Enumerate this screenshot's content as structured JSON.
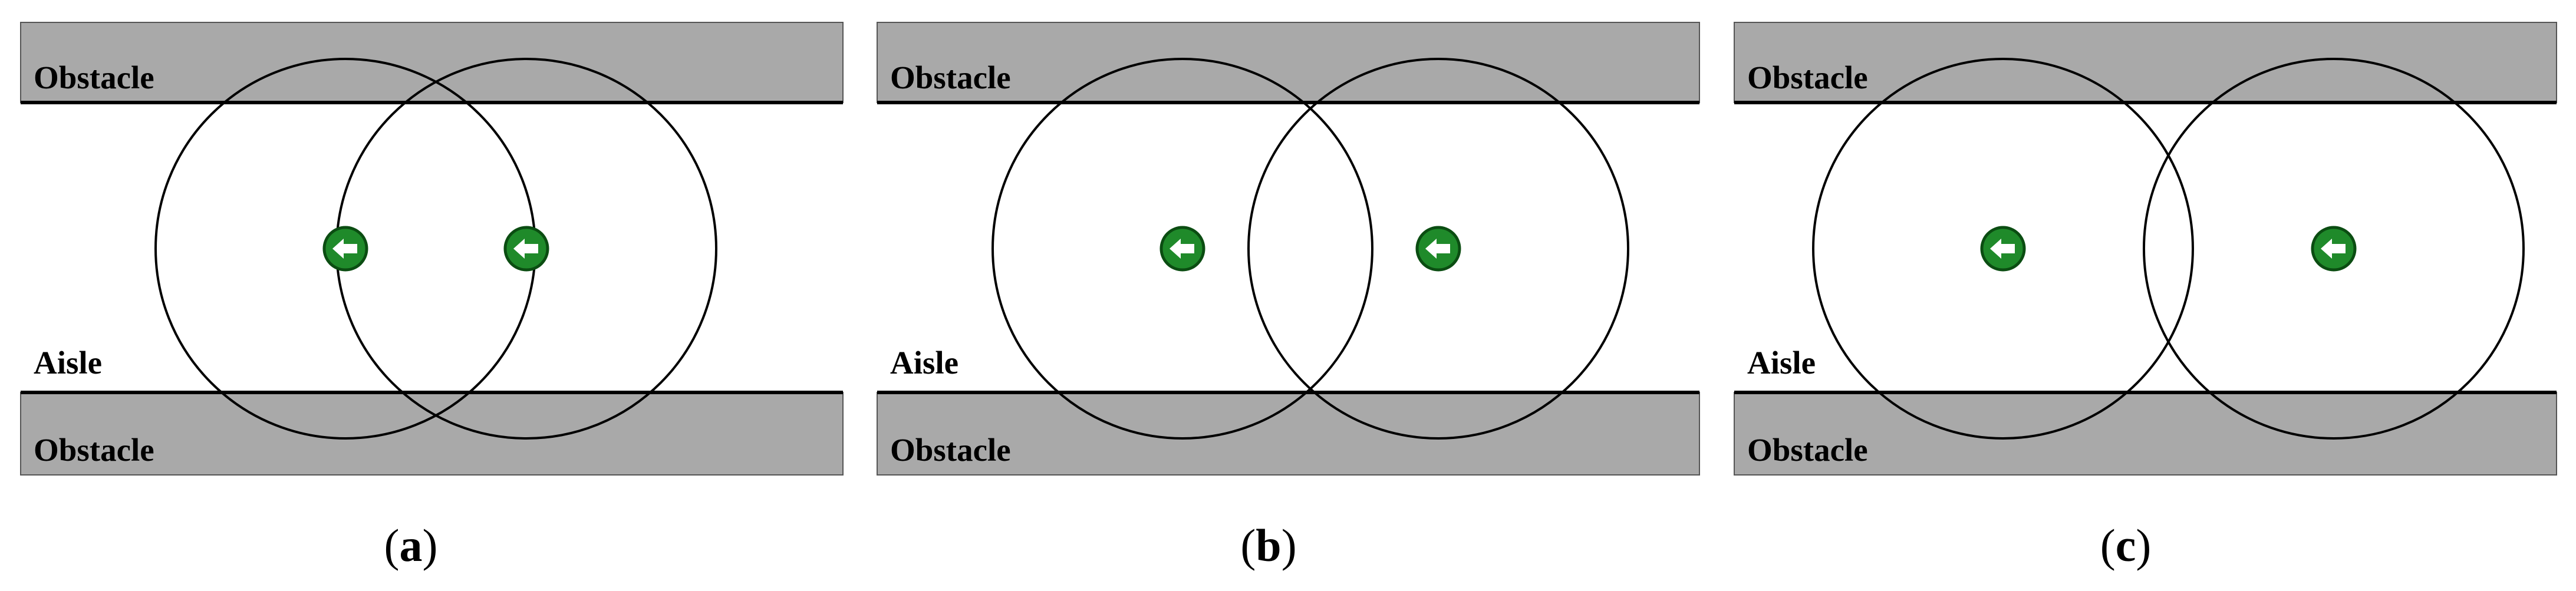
{
  "colors": {
    "obstacle_fill": "#a9a9a9",
    "robot_fill": "#1f8a2a",
    "robot_outline": "#0b4d12",
    "arrow": "#ffffff",
    "circle_stroke": "#000000"
  },
  "icons": {
    "robot": "left-arrow-circle-icon"
  },
  "panels": [
    {
      "caption_open": "(",
      "caption_letter": "a",
      "caption_close": ")",
      "top_obstacle_label": "Obstacle",
      "aisle_label": "Aisle",
      "bottom_obstacle_label": "Obstacle"
    },
    {
      "caption_open": "(",
      "caption_letter": "b",
      "caption_close": ")",
      "top_obstacle_label": "Obstacle",
      "aisle_label": "Aisle",
      "bottom_obstacle_label": "Obstacle"
    },
    {
      "caption_open": "(",
      "caption_letter": "c",
      "caption_close": ")",
      "top_obstacle_label": "Obstacle",
      "aisle_label": "Aisle",
      "bottom_obstacle_label": "Obstacle"
    }
  ]
}
